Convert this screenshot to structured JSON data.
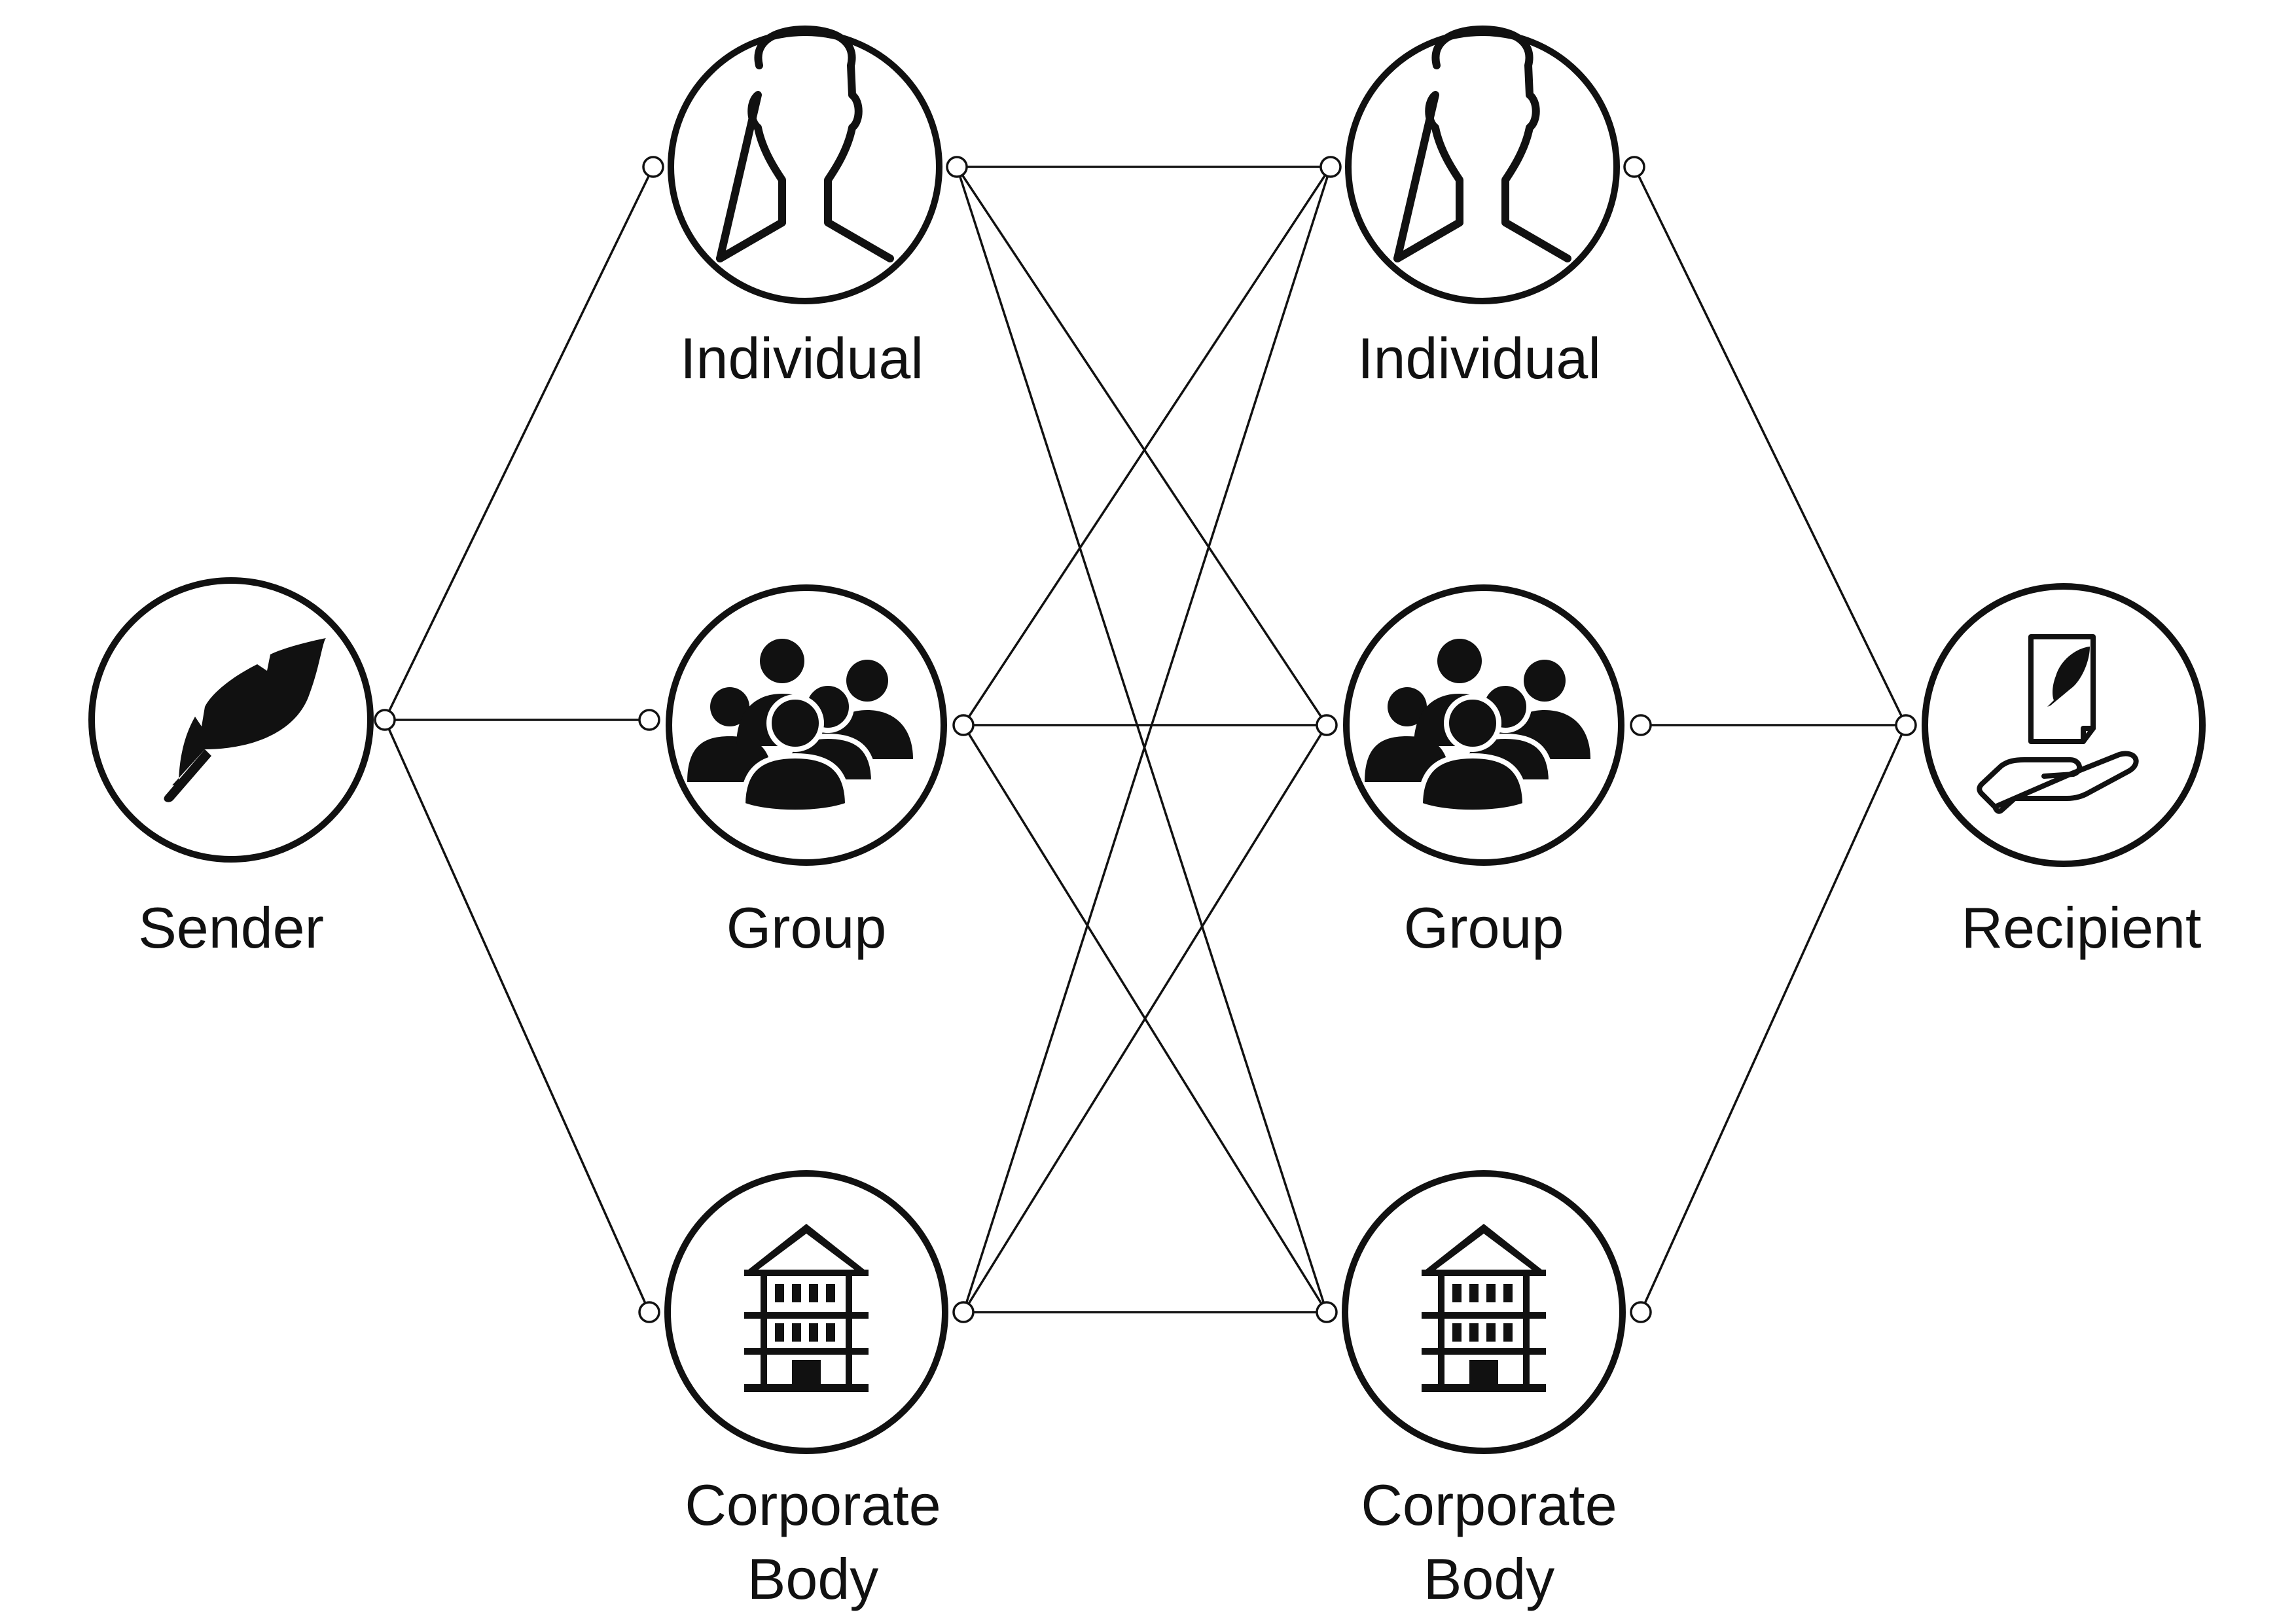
{
  "nodes": {
    "sender": {
      "label": "Sender",
      "icon": "feather-icon"
    },
    "individual_left": {
      "label": "Individual",
      "icon": "person-icon"
    },
    "group_left": {
      "label": "Group",
      "icon": "group-icon"
    },
    "corporate_left": {
      "label_line1": "Corporate",
      "label_line2": "Body",
      "icon": "building-icon"
    },
    "individual_right": {
      "label": "Individual",
      "icon": "person-icon"
    },
    "group_right": {
      "label": "Group",
      "icon": "group-icon"
    },
    "corporate_right": {
      "label_line1": "Corporate",
      "label_line2": "Body",
      "icon": "building-icon"
    },
    "recipient": {
      "label": "Recipient",
      "icon": "document-hand-icon"
    }
  },
  "colors": {
    "stroke": "#111111",
    "background": "#ffffff"
  }
}
